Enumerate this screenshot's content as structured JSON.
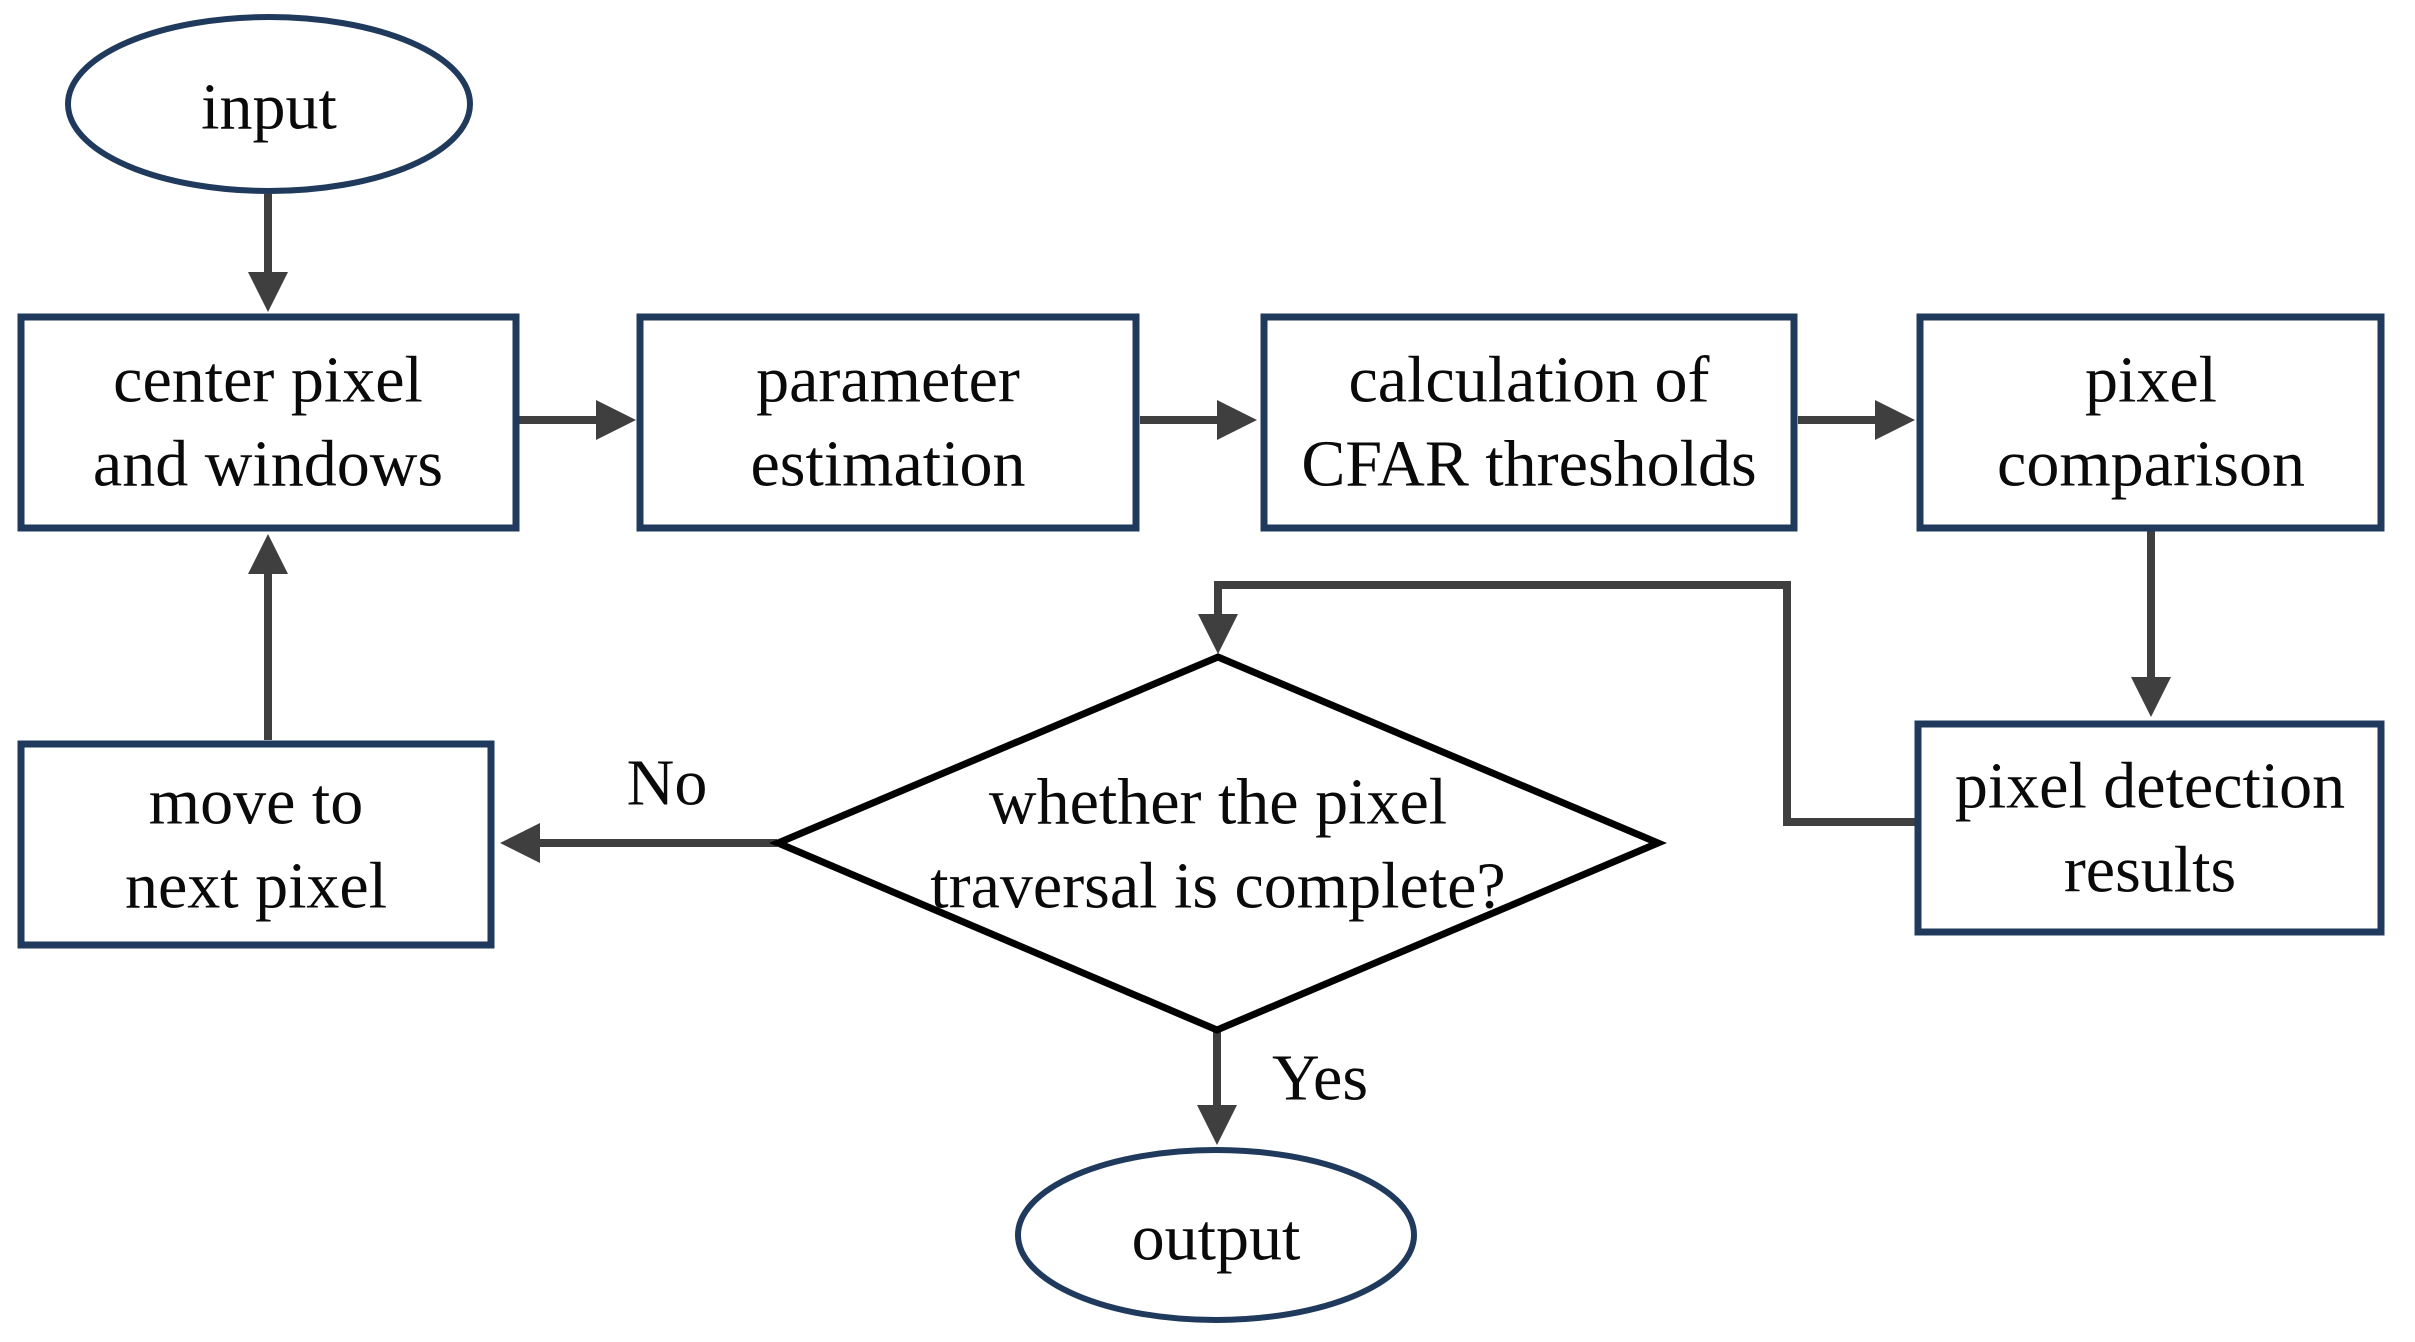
{
  "colors": {
    "background": "#ffffff",
    "node_border": "#1f3a5c",
    "diamond_border": "#000000",
    "connector": "#3f3f3f",
    "text": "#0a0a0a"
  },
  "nodes": {
    "input": {
      "label": "input"
    },
    "center_pixel": {
      "line1": "center pixel",
      "line2": "and windows"
    },
    "parameter_estimation": {
      "line1": "parameter",
      "line2": "estimation"
    },
    "cfar_thresholds": {
      "line1": "calculation of",
      "line2": "CFAR thresholds"
    },
    "pixel_comparison": {
      "line1": "pixel",
      "line2": "comparison"
    },
    "pixel_detection": {
      "line1": "pixel detection",
      "line2": "results"
    },
    "decision": {
      "line1": "whether the pixel",
      "line2": "traversal is complete?"
    },
    "move_next": {
      "line1": "move to",
      "line2": "next pixel"
    },
    "output": {
      "label": "output"
    }
  },
  "edges": {
    "no_label": "No",
    "yes_label": "Yes"
  }
}
